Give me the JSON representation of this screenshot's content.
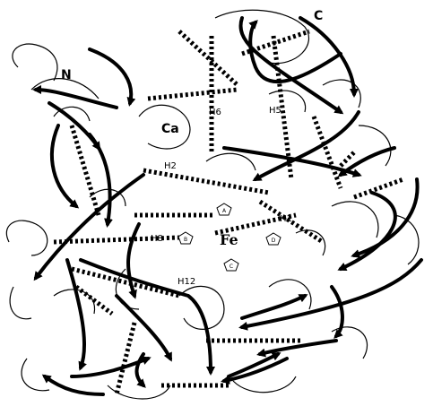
{
  "labels": {
    "n_terminus": "N",
    "c_terminus": "C",
    "calcium": "Ca",
    "iron": "Fe",
    "helix_h1": "H1",
    "helix_h2": "H2",
    "helix_h5": "H5",
    "helix_h6": "H6",
    "helix_h8": "H8",
    "helix_h12": "H12"
  },
  "heme_rings": {
    "ring_a": "A",
    "ring_b": "B",
    "ring_c": "C",
    "ring_d": "D"
  },
  "colors": {
    "ink": "#000000",
    "background": "#ffffff"
  }
}
